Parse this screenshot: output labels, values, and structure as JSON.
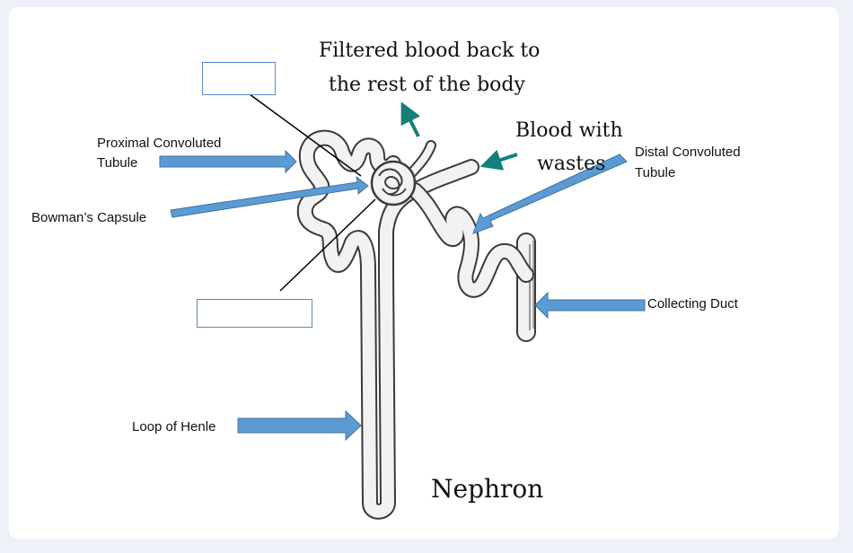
{
  "labels": {
    "proximal_line1": "Proximal Convoluted",
    "proximal_line2": "Tubule",
    "bowman": "Bowman’s Capsule",
    "distal_line1": "Distal Convoluted",
    "distal_line2": "Tubule",
    "collecting": "Collecting Duct",
    "loop": "Loop of Henle"
  },
  "annotations": {
    "filtered_line1": "Filtered blood back to",
    "filtered_line2": "the rest of the body",
    "blood_line1": "Blood with",
    "blood_line2": "wastes"
  },
  "title": "Nephron",
  "blank_boxes": [
    "",
    ""
  ],
  "colors": {
    "arrow_fill": "#5b9bd5",
    "arrow_stroke": "#41719c",
    "teal_arrow": "#137f7a",
    "tubule_stroke": "#3a3a3a",
    "tubule_fill": "#f2f2f2"
  }
}
